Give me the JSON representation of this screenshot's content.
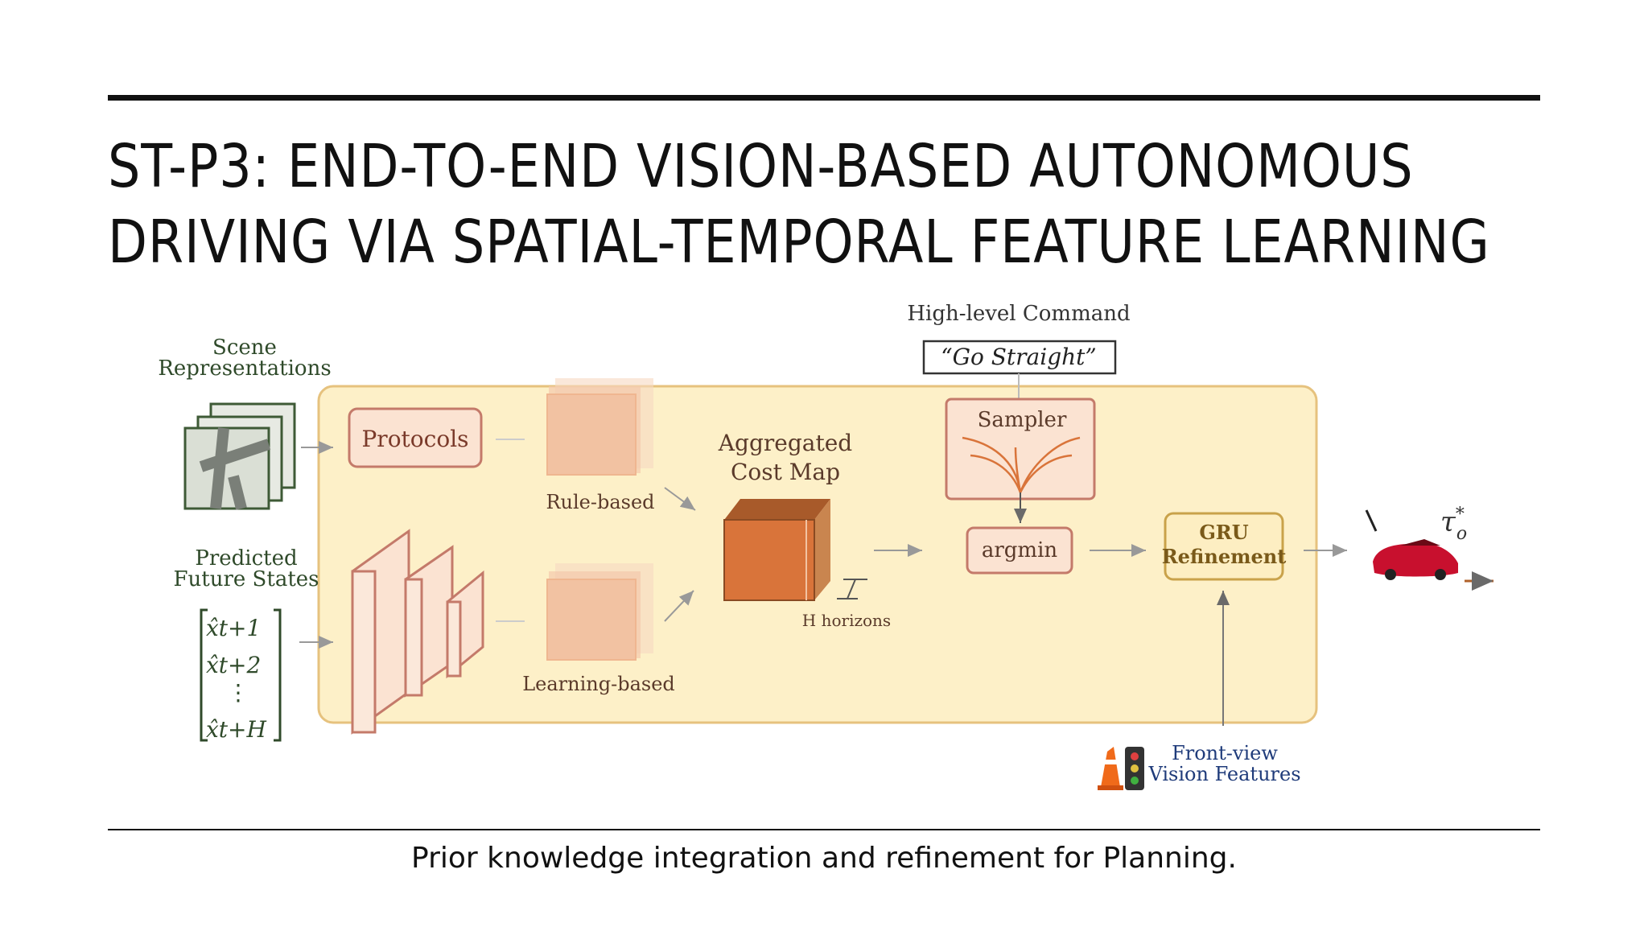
{
  "slide": {
    "title_line1": "ST-P3: END-TO-END VISION-BASED AUTONOMOUS",
    "title_line2": "DRIVING VIA SPATIAL-TEMPORAL FEATURE LEARNING",
    "caption": "Prior knowledge integration and refinement for Planning."
  },
  "diagram": {
    "scene_label_1": "Scene",
    "scene_label_2": "Representations",
    "predicted_label_1": "Predicted",
    "predicted_label_2": "Future States",
    "states": [
      "x̂t+1",
      "x̂t+2",
      "⋮",
      "x̂t+H"
    ],
    "protocols": "Protocols",
    "rule_based": "Rule-based",
    "learning_based": "Learning-based",
    "aggregated_1": "Aggregated",
    "aggregated_2": "Cost Map",
    "h_horizons": "H horizons",
    "high_level_command": "High-level Command",
    "go_straight": "“Go Straight”",
    "sampler": "Sampler",
    "argmin": "argmin",
    "gru_1": "GRU",
    "gru_2": "Refinement",
    "tau": "τ*o",
    "front_view_1": "Front-view",
    "front_view_2": "Vision Features"
  },
  "colors": {
    "panel_fill": "#fdf0c8",
    "panel_stroke": "#e8c98a",
    "box_stroke": "#c47a6a",
    "cost_map": "#d9743a",
    "label_green": "#2f4a2a",
    "label_blue": "#1f3b7a"
  }
}
